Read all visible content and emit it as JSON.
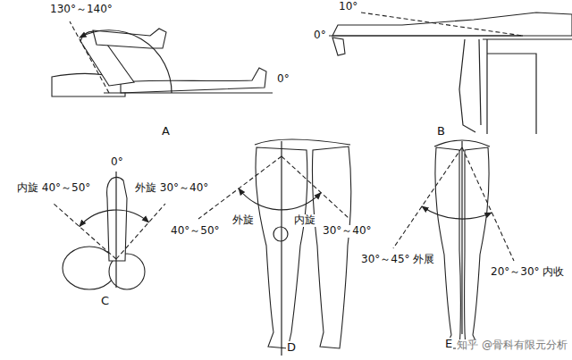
{
  "diagram": {
    "labels": [
      "130°～140°",
      "0°",
      "A",
      "10°",
      "0°",
      "B",
      "内旋 40°～50°",
      "0°",
      "外旋 30°～40°",
      "C",
      "40°～50°",
      "外旋",
      "内旋",
      "30°～40°",
      "D",
      "30°～45° 外展",
      "20°～30° 内收",
      "E",
      "知乎 @骨科有限元分析"
    ]
  }
}
